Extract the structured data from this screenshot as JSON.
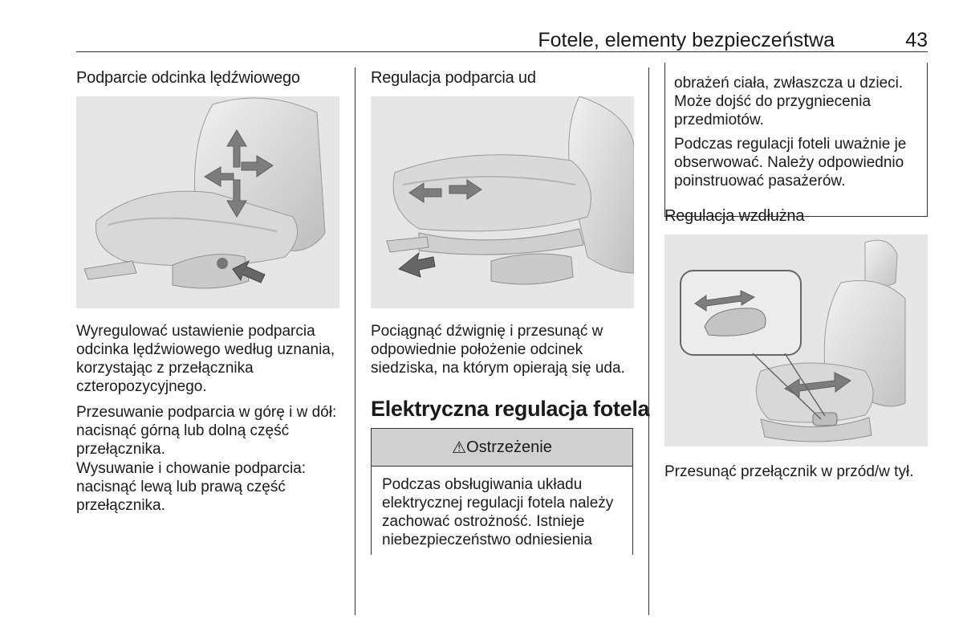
{
  "header": {
    "title": "Fotele, elementy bezpieczeństwa",
    "page_number": "43"
  },
  "col1": {
    "heading": "Podparcie odcinka lędźwiowego",
    "paragraphs": [
      "Wyregulować ustawienie podparcia odcinka lędźwiowego według uznania, korzystając z przełącznika czteropozycyjnego.",
      "Przesuwanie podparcia w górę i w dół: nacisnąć górną lub dolną część przełącznika.",
      "Wysuwanie i chowanie podparcia: nacisnąć lewą lub prawą część przełącznika."
    ]
  },
  "col2": {
    "heading": "Regulacja podparcia ud",
    "paragraph": "Pociągnąć dźwignię i przesunąć w odpowiednie położenie odcinek siedziska, na którym opierają się uda.",
    "section_title": "Elektryczna regulacja fotela",
    "warning_icon": "⚠",
    "warning_title": "Ostrzeżenie",
    "warning_text": "Podczas obsługiwania układu elektrycznej regulacji fotela należy zachować ostrożność. Istnieje niebezpieczeństwo odniesienia"
  },
  "col3": {
    "warning_cont": [
      "obrażeń ciała, zwłaszcza u dzieci. Może dojść do przygniecenia przedmiotów.",
      "Podczas regulacji foteli uważnie je obserwować. Należy odpowiednio poinstruować pasażerów."
    ],
    "heading": "Regulacja wzdłużna",
    "paragraph": "Przesunąć przełącznik w przód/w tył."
  }
}
